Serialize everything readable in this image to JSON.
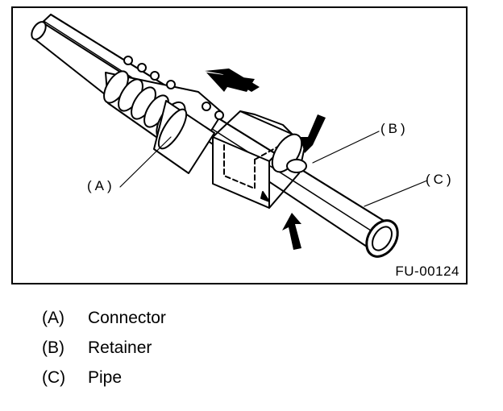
{
  "figure": {
    "callouts": {
      "a": "(A)",
      "b": "(B)",
      "c": "(C)"
    },
    "figure_id": "FU-00124"
  },
  "legend": [
    {
      "key": "(A)",
      "label": "Connector"
    },
    {
      "key": "(B)",
      "label": "Retainer"
    },
    {
      "key": "(C)",
      "label": "Pipe"
    }
  ]
}
